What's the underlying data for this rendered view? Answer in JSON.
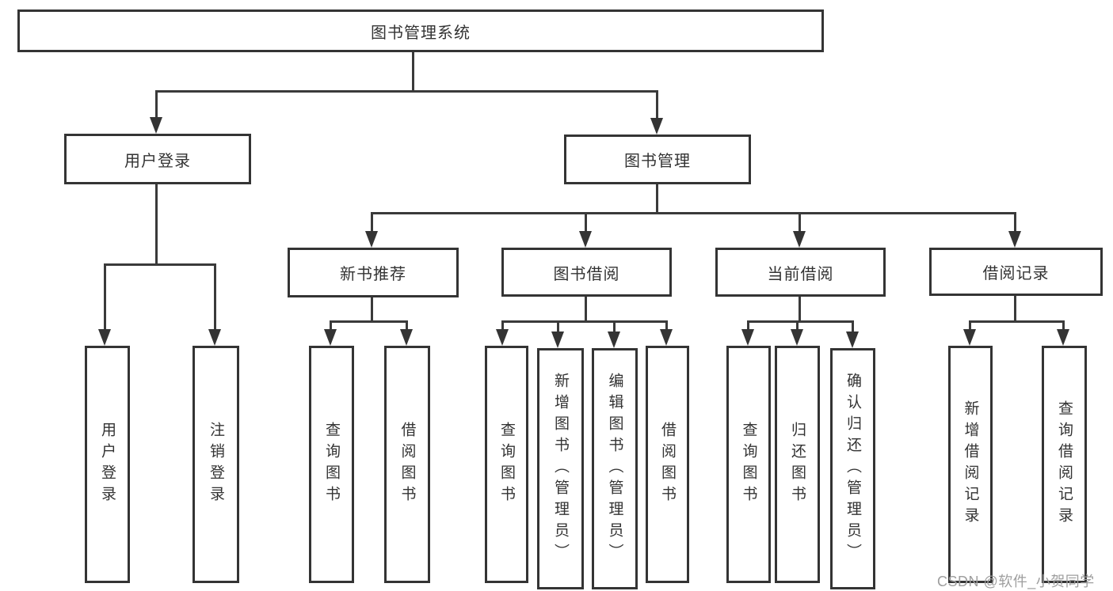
{
  "diagram": {
    "root": {
      "label": "图书管理系统"
    },
    "level2": [
      {
        "label": "用户登录"
      },
      {
        "label": "图书管理"
      }
    ],
    "level3": [
      {
        "label": "新书推荐"
      },
      {
        "label": "图书借阅"
      },
      {
        "label": "当前借阅"
      },
      {
        "label": "借阅记录"
      }
    ],
    "leaves": [
      {
        "label": "用户登录"
      },
      {
        "label": "注销登录"
      },
      {
        "label": "查询图书"
      },
      {
        "label": "借阅图书"
      },
      {
        "label": "查询图书"
      },
      {
        "label": "新增图书（管理员）"
      },
      {
        "label": "编辑图书（管理员）"
      },
      {
        "label": "借阅图书"
      },
      {
        "label": "查询图书"
      },
      {
        "label": "归还图书"
      },
      {
        "label": "确认归还（管理员）"
      },
      {
        "label": "新增借阅记录"
      },
      {
        "label": "查询借阅记录"
      }
    ]
  },
  "watermark": {
    "text": "CSDN @软件_小贺同学"
  },
  "colors": {
    "line": "#3a3a3a",
    "border": "#343434",
    "text": "#333333",
    "watermark": "#9e9e9e",
    "background": "#ffffff"
  }
}
